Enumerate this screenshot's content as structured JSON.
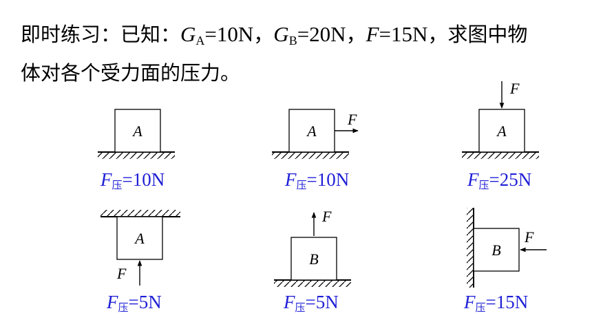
{
  "question": {
    "line1_prefix": "即时练习：已知：",
    "ga_symbol": "G",
    "ga_sub": "A",
    "ga_value": "=10N",
    "sep1": "，",
    "gb_symbol": "G",
    "gb_sub": "B",
    "gb_value": "=20N",
    "sep2": "，",
    "f_symbol": "F",
    "f_value": "=15N",
    "line1_suffix": "，求图中物",
    "line2": "体对各个受力面的压力。"
  },
  "figures": [
    {
      "block": "A",
      "force": "",
      "answer_symbol": "F",
      "answer_sub": "压",
      "answer_value": "=10N"
    },
    {
      "block": "A",
      "force": "F",
      "answer_symbol": "F",
      "answer_sub": "压",
      "answer_value": "=10N"
    },
    {
      "block": "A",
      "force": "F",
      "answer_symbol": "F",
      "answer_sub": "压",
      "answer_value": "=25N"
    },
    {
      "block": "A",
      "force": "F",
      "answer_symbol": "F",
      "answer_sub": "压",
      "answer_value": "=5N"
    },
    {
      "block": "B",
      "force": "F",
      "answer_symbol": "F",
      "answer_sub": "压",
      "answer_value": "=5N"
    },
    {
      "block": "B",
      "force": "F",
      "answer_symbol": "F",
      "answer_sub": "压",
      "answer_value": "=15N"
    }
  ],
  "colors": {
    "text": "#000000",
    "answer": "#1f1fd6"
  }
}
